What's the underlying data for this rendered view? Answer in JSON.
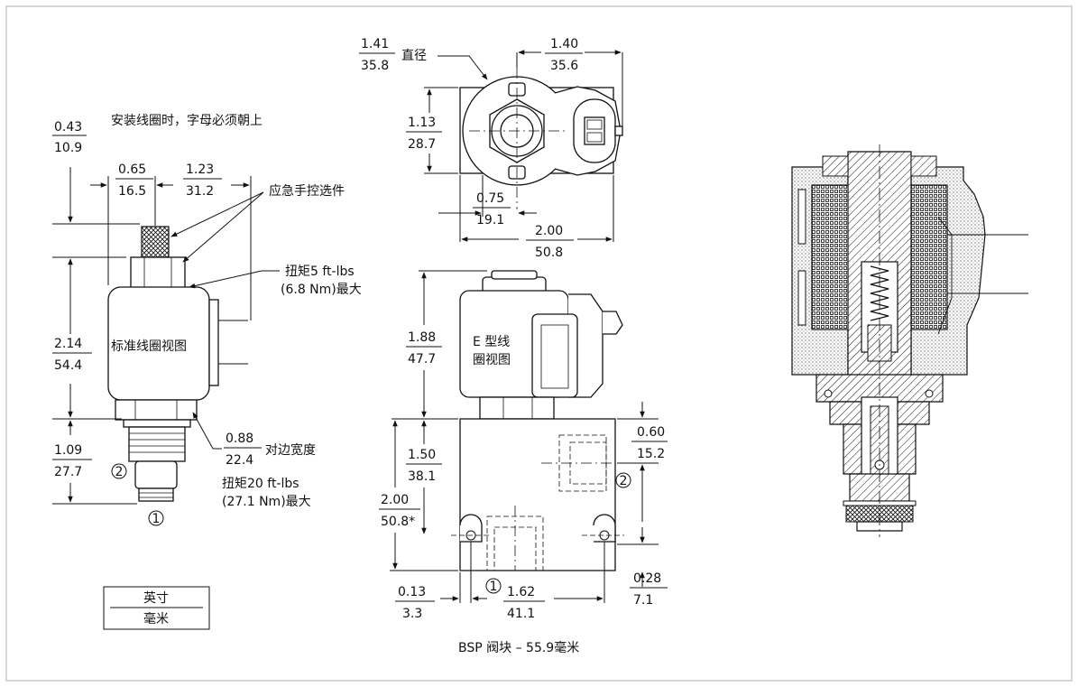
{
  "standard": {
    "install_note": "安装线圈时，字母必须朝上",
    "manual_override": "应急手控选件",
    "torque_nut_1": "扭矩5 ft-lbs",
    "torque_nut_2": "(6.8 Nm)最大",
    "view_label": "标准线圈视图",
    "across_flats": "对边宽度",
    "torque_cart_1": "扭矩20 ft-lbs",
    "torque_cart_2": "(27.1 Nm)最大",
    "dims": [
      {
        "in": "0.43",
        "mm": "10.9"
      },
      {
        "in": "0.65",
        "mm": "16.5"
      },
      {
        "in": "1.23",
        "mm": "31.2"
      },
      {
        "in": "2.14",
        "mm": "54.4"
      },
      {
        "in": "1.09",
        "mm": "27.7"
      },
      {
        "in": "0.88",
        "mm": "22.4"
      }
    ]
  },
  "top": {
    "diameter_label": "直径",
    "dims": [
      {
        "in": "1.13",
        "mm": "28.7"
      },
      {
        "in": "1.40",
        "mm": "35.6"
      },
      {
        "in": "1.41",
        "mm": "35.8"
      },
      {
        "in": "2.00",
        "mm": "50.8"
      },
      {
        "in": "0.75",
        "mm": "19.1"
      }
    ]
  },
  "block": {
    "e_view_1": "E 型线",
    "e_view_2": "圈视图",
    "bsp_label": "BSP 阀块 – 55.9毫米",
    "dims": [
      {
        "in": "1.88",
        "mm": "47.7"
      },
      {
        "in": "1.50",
        "mm": "38.1"
      },
      {
        "in": "2.00",
        "mm": "50.8*"
      },
      {
        "in": "0.60",
        "mm": "15.2"
      },
      {
        "in": "0.28",
        "mm": "7.1"
      },
      {
        "in": "0.13",
        "mm": "3.3"
      },
      {
        "in": "1.62",
        "mm": "41.1"
      }
    ]
  },
  "ports": {
    "p1": "1",
    "p2": "2"
  },
  "legend": {
    "inch": "英寸",
    "mm": "毫米"
  }
}
